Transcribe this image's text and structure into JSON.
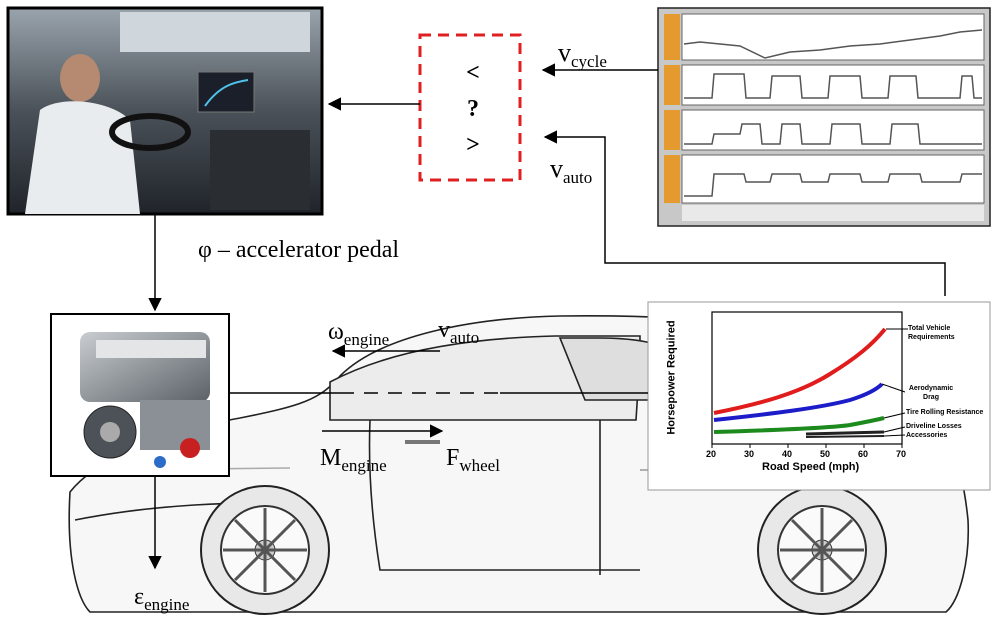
{
  "labels": {
    "v_cycle": {
      "main": "v",
      "sub": "cycle"
    },
    "v_auto_comparator": {
      "main": "v",
      "sub": "auto"
    },
    "accelerator": "φ – accelerator pedal",
    "omega_engine": {
      "main": "ω",
      "sub": "engine"
    },
    "v_auto_car": {
      "main": "v",
      "sub": "auto"
    },
    "m_engine": {
      "main": "M",
      "sub": "engine"
    },
    "f_wheel": {
      "main": "F",
      "sub": "wheel"
    },
    "eps_engine": {
      "main": "ε",
      "sub": "engine"
    }
  },
  "comparator": {
    "symbols": [
      "<",
      "?",
      ">"
    ],
    "border_color": "#e02020"
  },
  "photos": {
    "driver": "driver-cab-photo",
    "engine": "engine-photo",
    "car": "car-side-drawing"
  },
  "cycle_charts": {
    "panel_count": 4
  },
  "power_chart": {
    "ylabel": "Horsepower Required",
    "xlabel": "Road Speed (mph)",
    "x_ticks": [
      "20",
      "30",
      "40",
      "50",
      "60",
      "70"
    ],
    "curves": [
      {
        "label": "Total Vehicle Requirements",
        "color": "#e01c1c"
      },
      {
        "label": "Aerodynamic Drag",
        "color": "#1c1cc8"
      },
      {
        "label": "Tire Rolling Resistance",
        "color": "#1c8a1c"
      },
      {
        "label": "Driveline Losses",
        "color": "#222222"
      },
      {
        "label": "Accessories",
        "color": "#222222"
      }
    ]
  }
}
